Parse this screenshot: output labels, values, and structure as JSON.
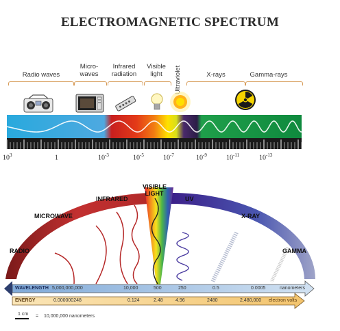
{
  "title": "ELECTROMAGNETIC SPECTRUM",
  "top_bands": [
    {
      "label": "Radio waves",
      "icon": "radio-icon"
    },
    {
      "label": "Micro- waves",
      "icon": "microwave-oven-icon"
    },
    {
      "label": "Infrared radiation",
      "icon": "remote-control-icon"
    },
    {
      "label": "Visible light",
      "icon": "light-bulb-icon"
    },
    {
      "label": "Ultraviolet",
      "icon": "sun-icon"
    },
    {
      "label": "X-rays",
      "icon": ""
    },
    {
      "label": "Gamma-rays",
      "icon": "radiation-icon"
    }
  ],
  "scale_labels": [
    {
      "base": "10",
      "exp": "3"
    },
    {
      "base": "1",
      "exp": ""
    },
    {
      "base": "10",
      "exp": "-3"
    },
    {
      "base": "10",
      "exp": "-5"
    },
    {
      "base": "10",
      "exp": "-7"
    },
    {
      "base": "10",
      "exp": "-9"
    },
    {
      "base": "10",
      "exp": "-11"
    },
    {
      "base": "10",
      "exp": "-13"
    }
  ],
  "arc_labels": {
    "radio": "RADIO",
    "microwave": "MICROWAVE",
    "infrared": "INFRARED",
    "visible": "VISIBLE LIGHT",
    "uv": "UV",
    "xray": "X-RAY",
    "gamma": "GAMMA"
  },
  "wavelength_row": {
    "label": "WAVELENGTH",
    "values": [
      "5,000,000,000",
      "10,000",
      "500",
      "250",
      "0.5",
      "0.0005"
    ],
    "unit": "nanometers"
  },
  "energy_row": {
    "label": "ENERGY",
    "values": [
      "0.000000248",
      "0.124",
      "2.48",
      "4.96",
      "2480",
      "2,480,000"
    ],
    "unit": "electron volts"
  },
  "scale_legend": {
    "bar": "1 cm",
    "eq": "=",
    "text": "10,000,000 nanometers"
  },
  "colors": {
    "title": "#2b2b2b",
    "bracket": "#d69a55",
    "arc_red": "#b92e2e",
    "arc_purple": "#3f3b9d"
  }
}
